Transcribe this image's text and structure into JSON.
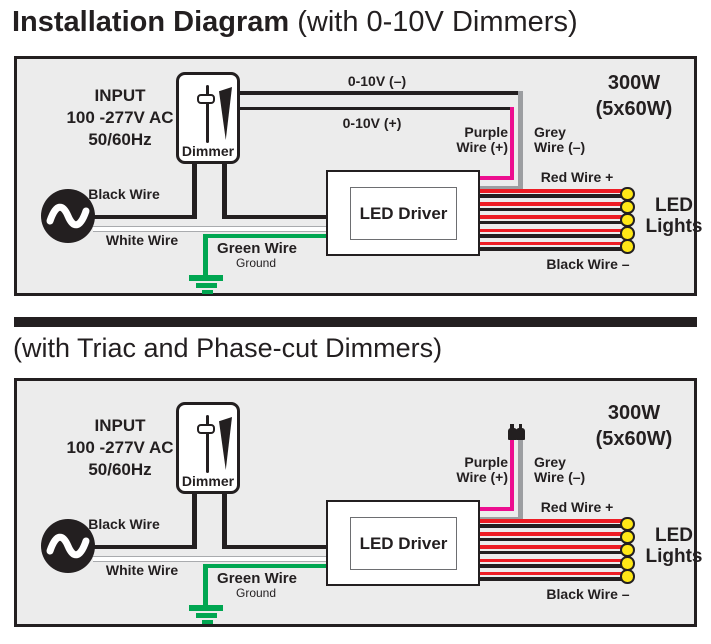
{
  "page": {
    "title_bold": "Installation Diagram",
    "title_suffix": " (with 0-10V Dimmers)",
    "section2_title": "(with Triac and Phase-cut Dimmers)"
  },
  "colors": {
    "ink": "#231f20",
    "panel_background": "#ececec",
    "red_wire": "#ed1c24",
    "purple_wire": "#ec0e8f",
    "grey_wire": "#9c9ea1",
    "green_wire": "#00a651",
    "led_yellow": "#ffe817"
  },
  "labels": {
    "input1": "INPUT",
    "input2": "100 -277V AC",
    "input3": "50/60Hz",
    "dimmer": "Dimmer",
    "black_wire": "Black Wire",
    "white_wire": "White Wire",
    "green_wire": "Green Wire",
    "ground": "Ground",
    "driver": "LED Driver",
    "purple1": "Purple",
    "purple2": "Wire (+)",
    "grey1": "Grey",
    "grey2": "Wire (–)",
    "red_wire_plus": "Red Wire +",
    "black_wire_minus": "Black Wire –",
    "led1": "LED",
    "led2": "Lights",
    "power1": "300W",
    "power2": "(5x60W)"
  },
  "d1": {
    "zero_ten_minus": "0-10V (–)",
    "zero_ten_plus": "0-10V (+)"
  },
  "led_count": 5
}
